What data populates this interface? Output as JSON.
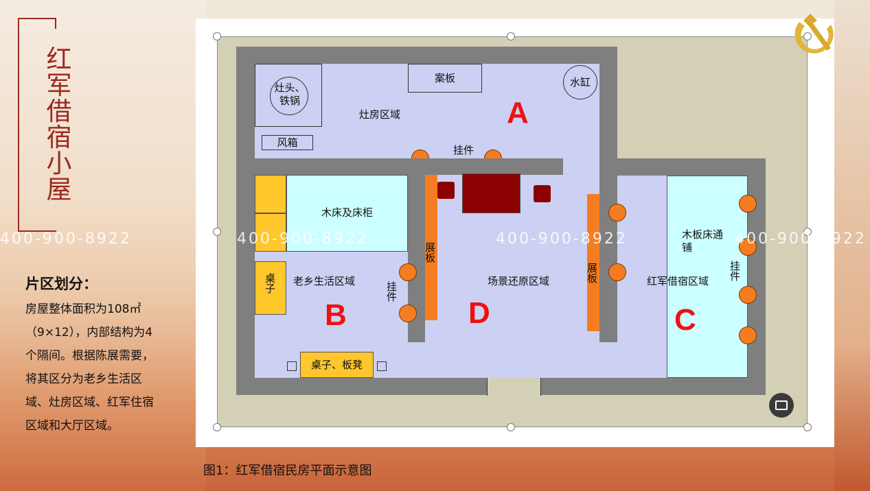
{
  "slide": {
    "title": "红军借宿小屋",
    "section_heading": "片区划分：",
    "description": "房屋整体面积为108㎡（9×12），内部结构为4个隔间。根据陈展需要，将其区分为老乡生活区域、灶房区域、红军住宿区域和大厅区域。",
    "caption": "图1：红军借宿民房平面示意图"
  },
  "floorplan": {
    "zone_letters": {
      "a": "A",
      "b": "B",
      "c": "C",
      "d": "D"
    },
    "kitchen": {
      "stove": "灶头、铁锅",
      "board": "案板",
      "water_jar": "水缸",
      "zone": "灶房区域",
      "bellows": "风箱",
      "hangings": "挂件"
    },
    "villager": {
      "bed": "木床及床柜",
      "table": "桌子",
      "zone": "老乡生活区域",
      "hangings": "挂件",
      "table_bench": "桌子、板凳"
    },
    "hall": {
      "panel_left": "展板",
      "panel_right": "展板",
      "zone": "场景还原区域"
    },
    "redarmy": {
      "bed": "木板床通铺",
      "zone": "红军借宿区域",
      "hangings": "挂件"
    }
  },
  "watermark": {
    "phone": "400-900-8922"
  },
  "icons": {
    "emblem": "hammer-sickle-icon",
    "image": "image-icon"
  },
  "colors": {
    "wall": "#7f7f7f",
    "room": "#ccd0f2",
    "bedroom": "#ccffff",
    "accent": "#ee1111",
    "hanging": "#f57c20",
    "title": "#9b2a20"
  }
}
